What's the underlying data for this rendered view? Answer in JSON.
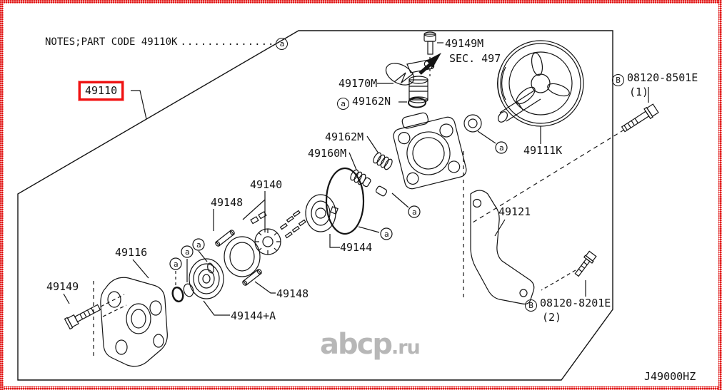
{
  "diagram_code": "J49000HZ",
  "notes": {
    "text": "NOTES;PART CODE 49110K",
    "dots": ".............."
  },
  "markers": {
    "a": "a",
    "b": "B"
  },
  "selected_part": "49110",
  "section_ref": "SEC. 497",
  "parts": {
    "p49149m": "49149M",
    "p49170m": "49170M",
    "p49162n": "49162N",
    "p49162m": "49162M",
    "p49160m": "49160M",
    "p49140": "49140",
    "p49148_upper": "49148",
    "p49116": "49116",
    "p49149": "49149",
    "p49148_lower": "49148",
    "p49144_a": "49144+A",
    "p49144": "49144",
    "p49111k": "49111K",
    "p49121": "49121"
  },
  "bolts": {
    "upper": {
      "code": "08120-8501E",
      "qty": "(1)"
    },
    "lower": {
      "code": "08120-8201E",
      "qty": "(2)"
    }
  },
  "watermark": {
    "name": "abcp",
    "tld": ".ru"
  },
  "colors": {
    "highlight_red": "#ee1111",
    "border_red": "#e01010",
    "line": "#141414",
    "watermark_gray": "#b7b7b7"
  }
}
